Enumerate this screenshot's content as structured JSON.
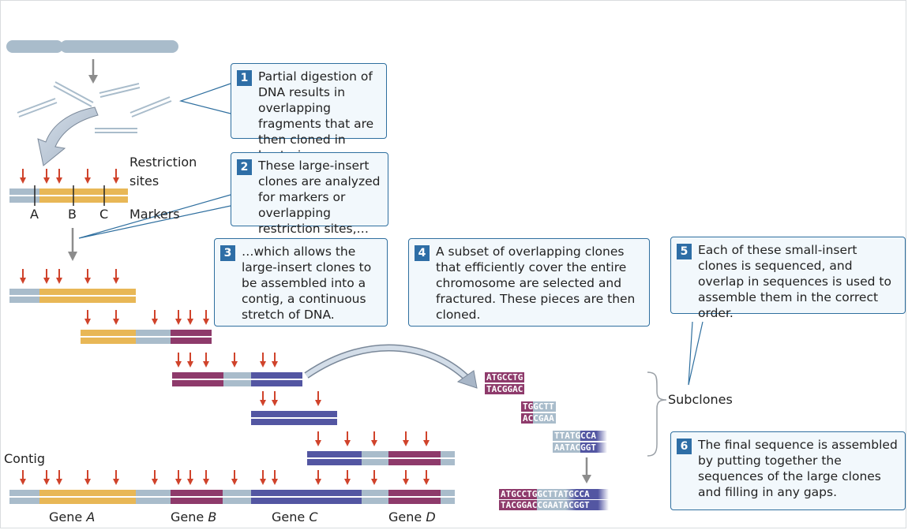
{
  "steps": [
    {
      "num": "1",
      "text": "Partial digestion of DNA results in overlapping fragments that are then cloned in bacteria."
    },
    {
      "num": "2",
      "text": "These large-insert clones are analyzed for markers or overlapping restriction sites,…"
    },
    {
      "num": "3",
      "text": "…which allows the large-insert clones to be assembled into a contig, a continuous stretch of DNA."
    },
    {
      "num": "4",
      "text": "A subset of overlapping clones that efficiently cover the entire chromosome are selected and fractured. These pieces are then cloned."
    },
    {
      "num": "5",
      "text": "Each of these small-insert clones is sequenced, and overlap in sequences is used to assemble them in the correct order."
    },
    {
      "num": "6",
      "text": "The final sequence is assembled by putting together the sequences of the large clones and filling in any gaps."
    }
  ],
  "labels": {
    "restriction_sites": "Restriction sites",
    "markers": "Markers",
    "marker_a": "A",
    "marker_b": "B",
    "marker_c": "C",
    "subclones": "Subclones",
    "contig": "Contig"
  },
  "genes": [
    {
      "prefix": "Gene ",
      "letter": "A"
    },
    {
      "prefix": "Gene ",
      "letter": "B"
    },
    {
      "prefix": "Gene ",
      "letter": "C"
    },
    {
      "prefix": "Gene ",
      "letter": "D"
    }
  ],
  "sequences": {
    "subclone1_top": "ATGCCTG",
    "subclone1_bottom": "TACGGAC",
    "subclone2_top_a": "TG",
    "subclone2_top_b": "GCTT",
    "subclone2_bottom_a": "AC",
    "subclone2_bottom_b": "CGAA",
    "subclone3_top_a": "TTATG",
    "subclone3_top_b": "CCA",
    "subclone3_bottom_a": "AATAC",
    "subclone3_bottom_b": "GGT",
    "final_top_a": "ATGCCTG",
    "final_top_b": "GCTTATGCCA",
    "final_bottom_a": "TACGGAC",
    "final_bottom_b": "CGAATACGGT"
  },
  "colors": {
    "gene_a": "#e8b756",
    "gene_b": "#8e3a6b",
    "gene_c": "#5356a2",
    "gene_d": "#8e3a6b",
    "spacer": "#a9bccb",
    "arrow_red": "#d0432b",
    "callout_border": "#2f6f9f",
    "callout_fill": "#f2f8fc"
  }
}
